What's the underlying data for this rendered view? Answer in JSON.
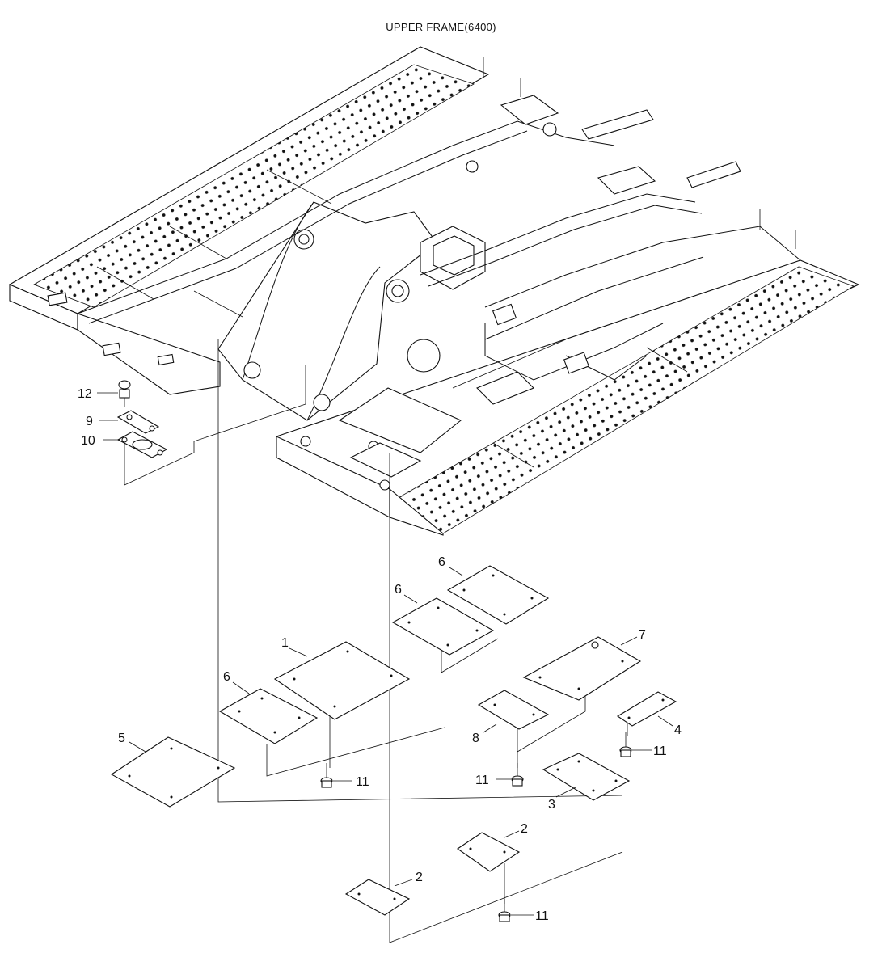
{
  "title": "UPPER FRAME(6400)",
  "callouts": {
    "c1": "1",
    "c2a": "2",
    "c2b": "2",
    "c3": "3",
    "c4": "4",
    "c5": "5",
    "c6a": "6",
    "c6b": "6",
    "c6c": "6",
    "c7": "7",
    "c8": "8",
    "c9": "9",
    "c10": "10",
    "c11a": "11",
    "c11b": "11",
    "c11c": "11",
    "c11d": "11",
    "c12": "12"
  }
}
